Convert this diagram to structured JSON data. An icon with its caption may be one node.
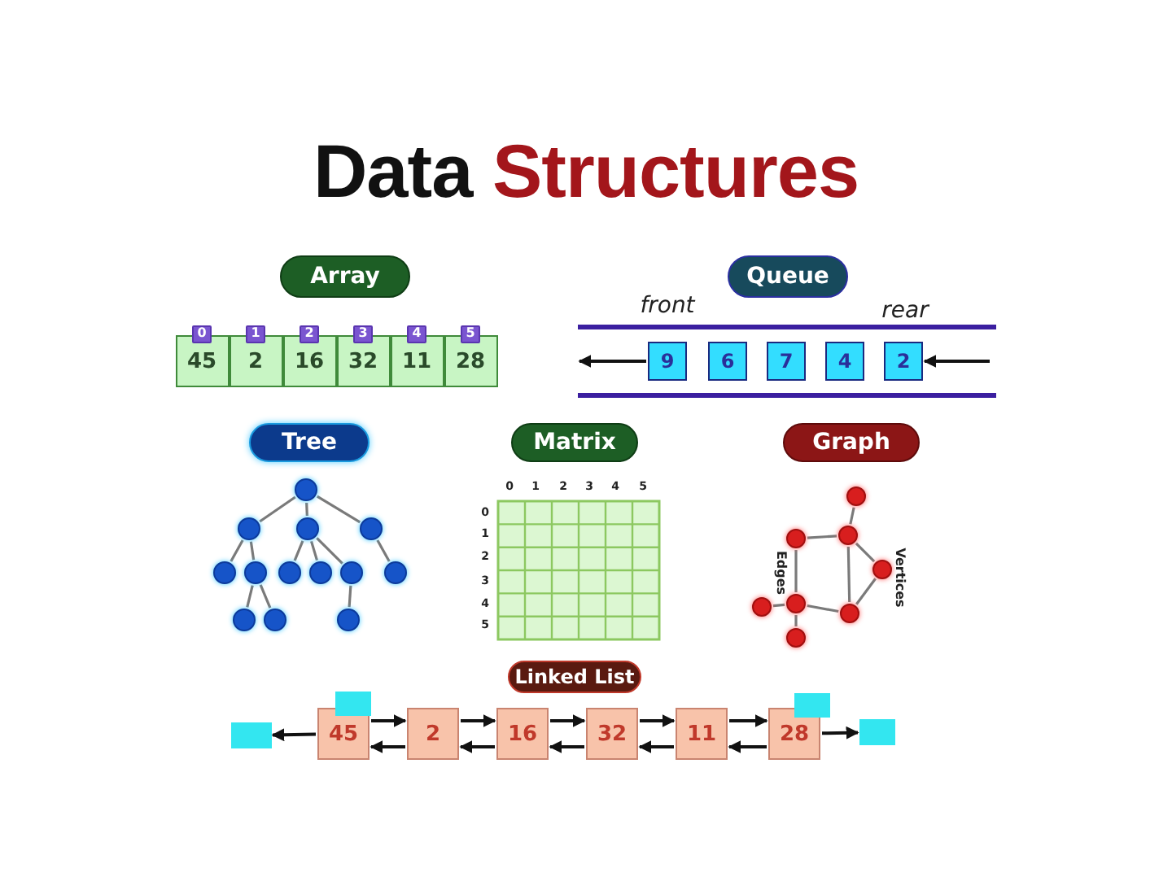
{
  "diagram": {
    "title": "Data Structures",
    "nodes": [
      {
        "text": [
          "Array"
        ]
      },
      {
        "text": [
          "45"
        ]
      },
      {
        "text": [
          "2"
        ]
      },
      {
        "text": [
          "16"
        ]
      },
      {
        "text": [
          "32"
        ]
      },
      {
        "text": [
          "11"
        ]
      },
      {
        "text": [
          "28"
        ]
      },
      {
        "text": [
          "0"
        ]
      },
      {
        "text": [
          "1"
        ]
      },
      {
        "text": [
          "2"
        ]
      },
      {
        "text": [
          "3"
        ]
      },
      {
        "text": [
          "4"
        ]
      },
      {
        "text": [
          "5"
        ]
      },
      {
        "text": [
          "Queue"
        ]
      },
      {
        "text": [
          "9"
        ]
      },
      {
        "text": [
          "6"
        ]
      },
      {
        "text": [
          "7"
        ]
      },
      {
        "text": [
          "4"
        ]
      },
      {
        "text": [
          "2"
        ]
      },
      {
        "text": [
          "Tree"
        ]
      },
      {
        "text": [
          "Matrix"
        ]
      },
      {
        "text": [
          "Graph"
        ]
      },
      {
        "text": [],
        "shape": "circle"
      },
      {
        "text": [],
        "shape": "circle"
      },
      {
        "text": [],
        "shape": "circle"
      },
      {
        "text": [],
        "shape": "circle"
      },
      {
        "text": [],
        "shape": "circle"
      },
      {
        "text": [],
        "shape": "circle"
      },
      {
        "text": [],
        "shape": "circle"
      },
      {
        "text": [],
        "shape": "circle"
      },
      {
        "text": [],
        "shape": "circle"
      },
      {
        "text": [],
        "shape": "circle"
      },
      {
        "text": [],
        "shape": "circle"
      },
      {
        "text": [],
        "shape": "circle"
      },
      {
        "text": [],
        "shape": "circle"
      },
      {
        "text": [],
        "shape": "circle"
      },
      {
        "text": [],
        "shape": "circle"
      },
      {
        "text": [],
        "shape": "circle"
      },
      {
        "text": [],
        "shape": "circle"
      },
      {
        "text": [],
        "shape": "circle"
      },
      {
        "text": [],
        "shape": "circle"
      },
      {
        "text": [],
        "shape": "circle"
      },
      {
        "text": [],
        "shape": "circle"
      },
      {
        "text": [
          "Linked List"
        ]
      },
      {
        "text": [],
        "shape": "box"
      },
      {
        "text": [
          "45"
        ]
      },
      {
        "text": [
          "2"
        ]
      },
      {
        "text": [
          "16"
        ]
      },
      {
        "text": [
          "32"
        ]
      },
      {
        "text": [
          "11"
        ]
      },
      {
        "text": [
          "28"
        ]
      },
      {
        "text": [],
        "shape": "box"
      },
      {
        "text": [],
        "shape": "box"
      },
      {
        "text": [],
        "shape": "box"
      }
    ],
    "edges": [
      {
        "from": 14,
        "to": null,
        "arrow": "to",
        "color": "#111111"
      },
      {
        "from": null,
        "to": 18,
        "arrow": "to",
        "color": "#111111"
      },
      {
        "from": 22,
        "to": 23,
        "arrow": "none"
      },
      {
        "from": 22,
        "to": 24,
        "arrow": "none"
      },
      {
        "from": 22,
        "to": 25,
        "arrow": "none"
      },
      {
        "from": 23,
        "to": 26,
        "arrow": "none"
      },
      {
        "from": 23,
        "to": 27,
        "arrow": "none"
      },
      {
        "from": 24,
        "to": 28,
        "arrow": "none"
      },
      {
        "from": 24,
        "to": 29,
        "arrow": "none"
      },
      {
        "from": 24,
        "to": 30,
        "arrow": "none"
      },
      {
        "from": 25,
        "to": 31,
        "arrow": "none"
      },
      {
        "from": 27,
        "to": 32,
        "arrow": "none"
      },
      {
        "from": 27,
        "to": 33,
        "arrow": "none"
      },
      {
        "from": 30,
        "to": 34,
        "arrow": "none"
      },
      {
        "from": 35,
        "to": 37,
        "arrow": "none"
      },
      {
        "from": 36,
        "to": 37,
        "arrow": "none"
      },
      {
        "from": 36,
        "to": 40,
        "arrow": "none"
      },
      {
        "from": 37,
        "to": 41,
        "arrow": "none"
      },
      {
        "from": 37,
        "to": 38,
        "arrow": "none"
      },
      {
        "from": 38,
        "to": 41,
        "arrow": "none"
      },
      {
        "from": 40,
        "to": 41,
        "arrow": "none"
      },
      {
        "from": 39,
        "to": 40,
        "arrow": "none"
      },
      {
        "from": 40,
        "to": 42,
        "arrow": "none"
      },
      {
        "from": 45,
        "to": 44,
        "arrow": "to",
        "color": "#111111"
      },
      {
        "from": 45,
        "to": 46,
        "arrow": "to",
        "color": "#111111"
      },
      {
        "from": 46,
        "to": 45,
        "arrow": "to",
        "color": "#111111"
      },
      {
        "from": 46,
        "to": 47,
        "arrow": "to",
        "color": "#111111"
      },
      {
        "from": 47,
        "to": 46,
        "arrow": "to",
        "color": "#111111"
      },
      {
        "from": 47,
        "to": 48,
        "arrow": "to",
        "color": "#111111"
      },
      {
        "from": 48,
        "to": 47,
        "arrow": "to",
        "color": "#111111"
      },
      {
        "from": 48,
        "to": 49,
        "arrow": "to",
        "color": "#111111"
      },
      {
        "from": 49,
        "to": 48,
        "arrow": "to",
        "color": "#111111"
      },
      {
        "from": 49,
        "to": 50,
        "arrow": "to",
        "color": "#111111"
      },
      {
        "from": 50,
        "to": 49,
        "arrow": "to",
        "color": "#111111"
      },
      {
        "from": 50,
        "to": 53,
        "arrow": "to",
        "color": "#111111"
      }
    ],
    "labels": [
      "front",
      "rear",
      "0",
      "1",
      "2",
      "3",
      "4",
      "5",
      "0",
      "1",
      "2",
      "3",
      "4",
      "5",
      "Edges",
      "Vertices"
    ]
  }
}
